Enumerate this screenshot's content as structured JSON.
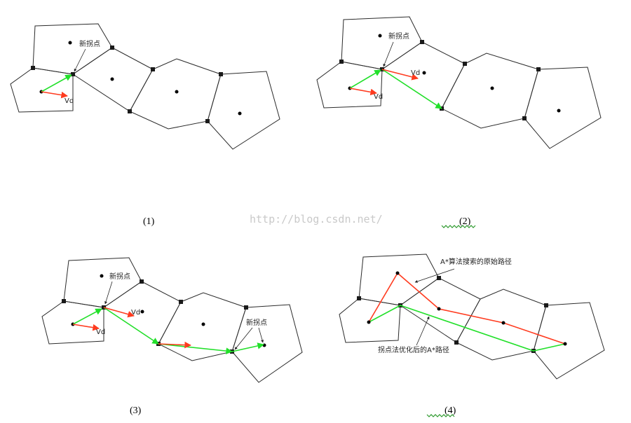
{
  "panels": [
    {
      "caption": "(1)",
      "labels": {
        "new_corner": "新拐点",
        "vd": "Vd"
      }
    },
    {
      "caption": "(2)",
      "labels": {
        "new_corner": "新拐点",
        "vd_main": "Vd",
        "vd_second": "Vd"
      }
    },
    {
      "caption": "(3)",
      "labels": {
        "new_corner_1": "新拐点",
        "vd_1": "Vd",
        "vd_2": "Vd",
        "new_corner_2": "新拐点"
      }
    },
    {
      "caption": "(4)",
      "labels": {
        "original_path": "A*算法搜索的原始路径",
        "optimized_path": "拐点法优化后的A*路径"
      }
    }
  ],
  "watermark": "http://blog.csdn.net/",
  "colors": {
    "red_vector": "#ff3b1f",
    "green_vector": "#22e02a",
    "outline": "#2a2a2a",
    "squiggle": "#2e9a2e"
  }
}
